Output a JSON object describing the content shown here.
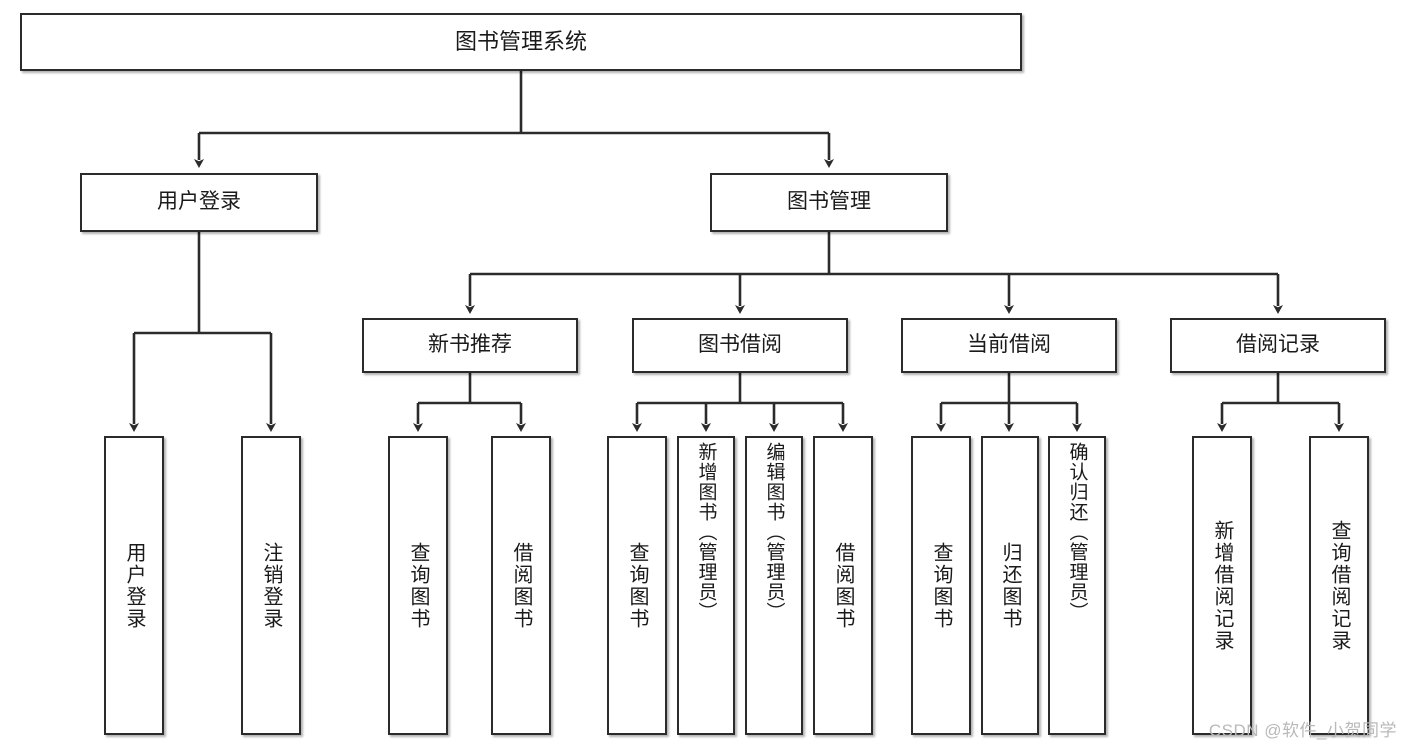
{
  "diagram": {
    "title": "图书管理系统",
    "type": "tree-hierarchy",
    "watermark": "CSDN @软件_小贺同学",
    "style": {
      "node_fill": "#ffffff",
      "node_border": "#2b2b2b",
      "edge_color": "#2b2b2b",
      "text_color": "#1a1a1a",
      "watermark_color": "#b9b9b9",
      "background": "#ffffff"
    }
  },
  "nodes": {
    "root": {
      "label": "图书管理系统"
    },
    "level2": [
      {
        "label": "用户登录"
      },
      {
        "label": "图书管理"
      }
    ],
    "level3": [
      {
        "label": "新书推荐"
      },
      {
        "label": "图书借阅"
      },
      {
        "label": "当前借阅"
      },
      {
        "label": "借阅记录"
      }
    ],
    "leaves": {
      "user_login": [
        {
          "label": "用户登录"
        },
        {
          "label": "注销登录"
        }
      ],
      "new_books": [
        {
          "label": "查询图书"
        },
        {
          "label": "借阅图书"
        }
      ],
      "book_borrow": [
        {
          "label": "查询图书"
        },
        {
          "label": "新增图书（管理员）"
        },
        {
          "label": "编辑图书（管理员）"
        },
        {
          "label": "借阅图书"
        }
      ],
      "current_borrow": [
        {
          "label": "查询图书"
        },
        {
          "label": "归还图书"
        },
        {
          "label": "确认归还（管理员）"
        }
      ],
      "borrow_records": [
        {
          "label": "新增借阅记录"
        },
        {
          "label": "查询借阅记录"
        }
      ]
    }
  }
}
